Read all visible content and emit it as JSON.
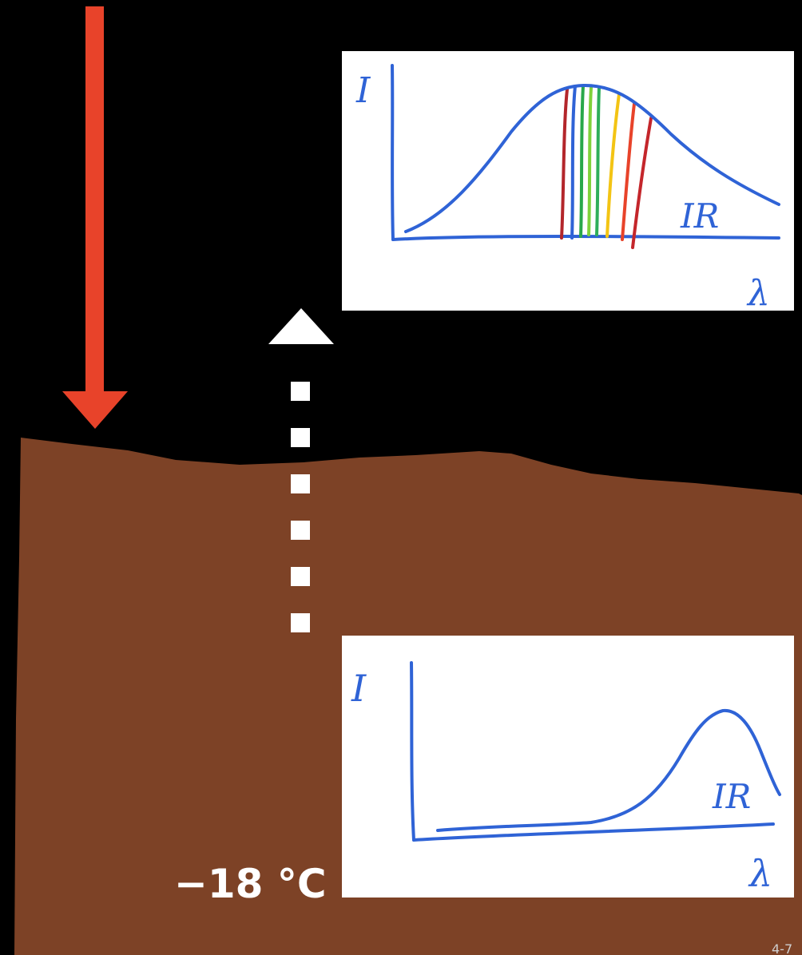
{
  "colors": {
    "background": "#000000",
    "ground": "#7d4226",
    "incoming_arrow": "#e8432a",
    "outgoing_arrow": "#ffffff",
    "graph_ink": "#2f63d6",
    "graph_paper": "#ffffff"
  },
  "surface_temperature": "−18 °C",
  "slide_number": "4-7",
  "top_graph": {
    "y_axis_label": "I",
    "x_axis_label": "λ",
    "region_label": "IR"
  },
  "bottom_graph": {
    "y_axis_label": "I",
    "x_axis_label": "λ",
    "region_label": "IR"
  },
  "icons": {
    "incoming": "down-arrow-icon",
    "outgoing": "dashed-up-arrow-icon"
  }
}
